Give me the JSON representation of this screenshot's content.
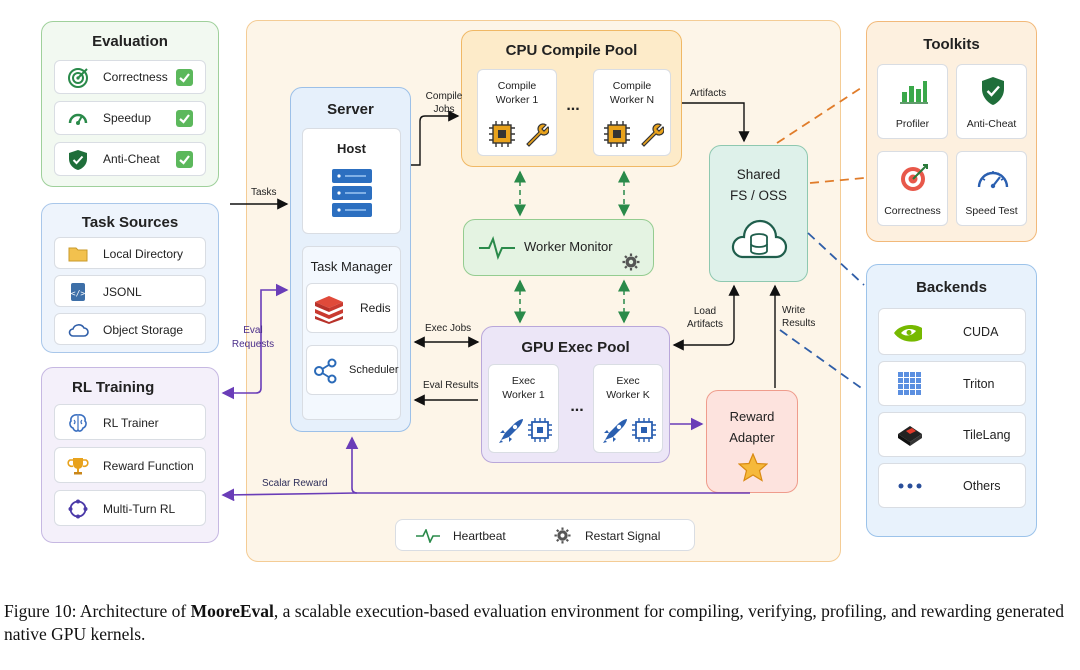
{
  "evaluation": {
    "title": "Evaluation",
    "items": [
      "Correctness",
      "Speedup",
      "Anti-Cheat"
    ]
  },
  "task_sources": {
    "title": "Task Sources",
    "items": [
      "Local Directory",
      "JSONL",
      "Object Storage"
    ]
  },
  "rl_training": {
    "title": "RL Training",
    "items": [
      "RL Trainer",
      "Reward Function",
      "Multi-Turn RL"
    ]
  },
  "server": {
    "title": "Server",
    "host": "Host",
    "task_manager": "Task Manager",
    "redis": "Redis",
    "scheduler": "Scheduler"
  },
  "cpu_pool": {
    "title": "CPU Compile Pool",
    "worker1": "Compile\nWorker 1",
    "workerN": "Compile\nWorker N",
    "ellipsis": "..."
  },
  "worker_monitor": {
    "title": "Worker Monitor"
  },
  "gpu_pool": {
    "title": "GPU Exec Pool",
    "worker1": "Exec\nWorker 1",
    "workerK": "Exec\nWorker K",
    "ellipsis": "..."
  },
  "reward_adapter": {
    "title": "Reward\nAdapter"
  },
  "shared_fs": {
    "title": "Shared\nFS / OSS"
  },
  "toolkits": {
    "title": "Toolkits",
    "items": [
      "Profiler",
      "Anti-Cheat",
      "Correctness",
      "Speed Test"
    ]
  },
  "backends": {
    "title": "Backends",
    "items": [
      "CUDA",
      "Triton",
      "TileLang",
      "Others"
    ]
  },
  "arrows": {
    "tasks": "Tasks",
    "compile_jobs": "Compile\nJobs",
    "artifacts": "Artifacts",
    "eval_requests": "Eval\nRequests",
    "exec_jobs": "Exec Jobs",
    "eval_results": "Eval Results",
    "load_artifacts": "Load\nArtifacts",
    "write_results": "Write\nResults",
    "scalar_reward": "Scalar Reward"
  },
  "legend": {
    "heartbeat": "Heartbeat",
    "restart": "Restart Signal"
  },
  "caption": {
    "prefix": "Figure 10: Architecture of ",
    "name": "MooreEval",
    "suffix": ", a scalable execution-based evaluation environment for compiling, verifying, profiling, and rewarding generated native GPU kernels."
  },
  "colors": {
    "green_panel": "#7fc47f",
    "blue_panel": "#8fb5e0",
    "purple_panel": "#b9a7da",
    "orange_panel": "#f2b97a",
    "accent_green": "#2a8a4a",
    "purple_arrow": "#6a3db8",
    "dash_blue": "#2f5ea8",
    "dash_orange": "#e07c2a"
  },
  "icons": [
    "target-icon",
    "gauge-icon",
    "shield-icon",
    "folder-icon",
    "code-file-icon",
    "cloud-icon",
    "brain-icon",
    "trophy-icon",
    "cycle-icon",
    "server-stack-icon",
    "redis-icon",
    "scheduler-icon",
    "chip-icon",
    "wrench-icon",
    "pulse-icon",
    "gear-icon",
    "rocket-icon",
    "star-icon",
    "cloud-database-icon",
    "bar-chart-icon",
    "speedometer-icon",
    "nvidia-icon",
    "grid-icon",
    "tilelang-icon",
    "dots-icon"
  ]
}
